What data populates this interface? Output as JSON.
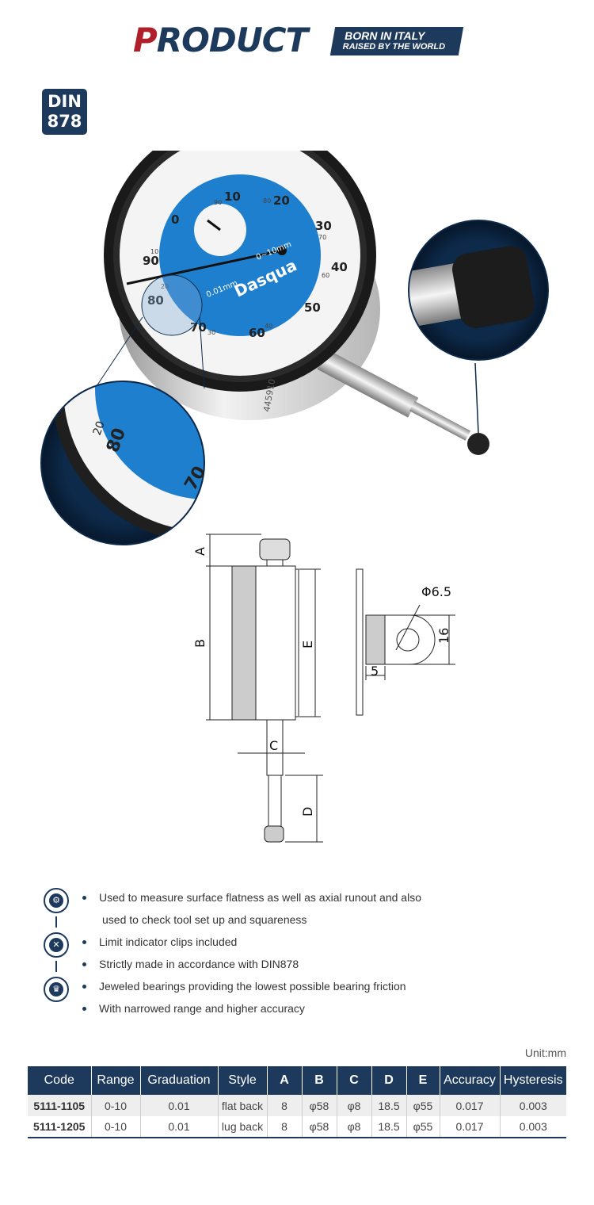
{
  "header": {
    "title_first_letter": "P",
    "title_rest": "RODUCT",
    "tag_line1": "BORN IN ITALY",
    "tag_line2": "RAISED BY THE WORLD"
  },
  "badge": {
    "line1": "DIN",
    "line2": "878"
  },
  "dial": {
    "brand": "Dasqua",
    "range_text": "0~10mm",
    "graduation_text": "0.01mm",
    "serial": "445910",
    "outer_numbers": [
      "0",
      "10",
      "20",
      "30",
      "40",
      "50",
      "60",
      "70",
      "80",
      "90"
    ],
    "inner_numbers": [
      "90",
      "80",
      "70",
      "60",
      "40",
      "30",
      "20",
      "10"
    ],
    "zoom_numbers": [
      "20",
      "80",
      "70"
    ]
  },
  "drawing": {
    "labels": [
      "A",
      "B",
      "C",
      "D",
      "E"
    ],
    "hole_dia": "Φ6.5",
    "dim_16": "16",
    "dim_5": "5"
  },
  "features": {
    "items": [
      "Used to measure surface flatness as well as axial runout and also",
      "used to check tool set up and squareness",
      "Limit indicator clips included",
      "Strictly made in accordance with DIN878",
      "Jeweled bearings providing the lowest possible bearing friction",
      "With narrowed range and higher accuracy"
    ],
    "icons": [
      "gear-icon",
      "tools-icon",
      "trophy-icon"
    ]
  },
  "table": {
    "unit": "Unit:mm",
    "headers": [
      "Code",
      "Range",
      "Graduation",
      "Style",
      "A",
      "B",
      "C",
      "D",
      "E",
      "Accuracy",
      "Hysteresis"
    ],
    "rows": [
      [
        "5111-1105",
        "0-10",
        "0.01",
        "flat back",
        "8",
        "φ58",
        "φ8",
        "18.5",
        "φ55",
        "0.017",
        "0.003"
      ],
      [
        "5111-1205",
        "0-10",
        "0.01",
        "lug back",
        "8",
        "φ58",
        "φ8",
        "18.5",
        "φ55",
        "0.017",
        "0.003"
      ]
    ]
  },
  "colors": {
    "navy": "#1d3a5c",
    "red": "#b0202a",
    "dial_blue": "#1f7fcf"
  }
}
